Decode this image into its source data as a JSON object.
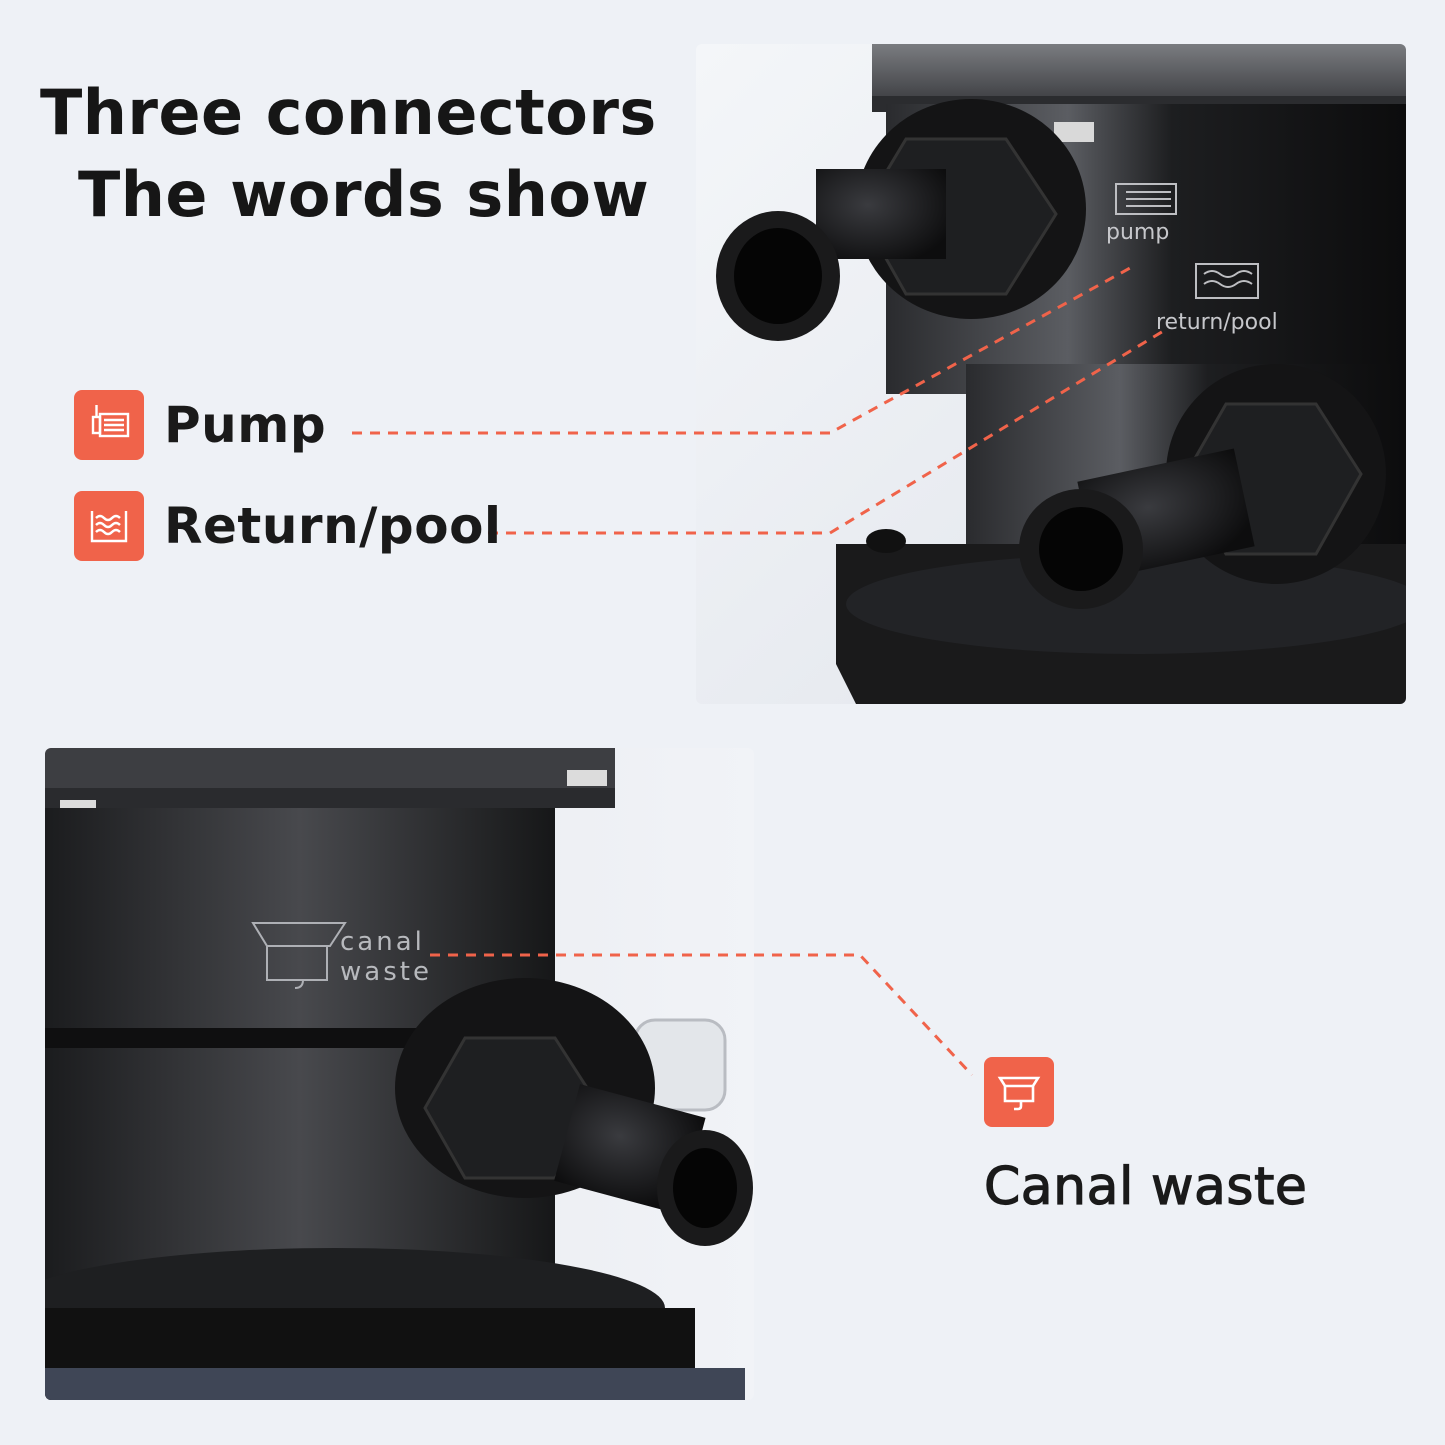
{
  "headline": {
    "line1": "Three connectors",
    "line2": "The words show"
  },
  "legend": {
    "pump": {
      "label": "Pump",
      "icon": "pump-icon"
    },
    "return_pool": {
      "label": "Return/pool",
      "icon": "water-waves-icon"
    },
    "canal_waste": {
      "label": "Canal waste",
      "icon": "basin-drain-icon"
    }
  },
  "engraving": {
    "pump": "pump",
    "return_pool": "return/pool",
    "canal": "canal",
    "waste": "waste"
  },
  "colors": {
    "accent": "#f0634a",
    "background": "#eef1f6",
    "text": "#1a1a1a",
    "body_dark": "#1c1c1e"
  }
}
